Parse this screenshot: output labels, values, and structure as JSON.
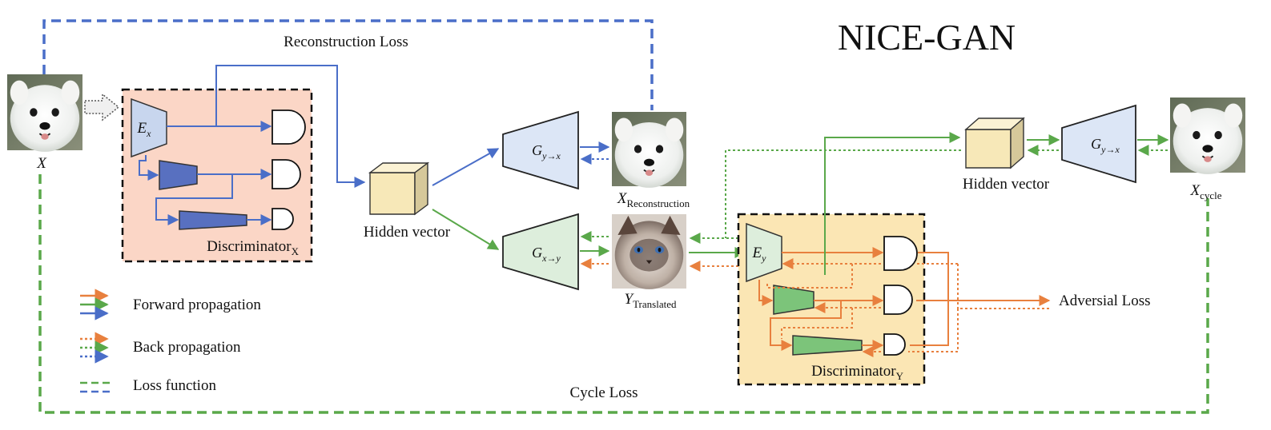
{
  "title": "NICE-GAN",
  "labels": {
    "reconstruction_loss": "Reconstruction Loss",
    "cycle_loss": "Cycle Loss",
    "hidden_vector": "Hidden vector",
    "adversial_loss": "Adversial Loss"
  },
  "image_labels": {
    "x": "X",
    "x_reconstruction": {
      "base": "X",
      "sub": "Reconstruction"
    },
    "y_translated": {
      "base": "Y",
      "sub": "Translated"
    },
    "x_cycle": {
      "base": "X",
      "sub": "cycle"
    }
  },
  "discriminators": {
    "x": {
      "base": "Discriminator",
      "sub": "X"
    },
    "y": {
      "base": "Discriminator",
      "sub": "Y"
    }
  },
  "encoders": {
    "ex": {
      "base": "E",
      "sub": "x"
    },
    "ey": {
      "base": "E",
      "sub": "y"
    }
  },
  "generators": {
    "g_yx": {
      "base": "G",
      "sub": "y→x"
    },
    "g_xy": {
      "base": "G",
      "sub": "x→y"
    }
  },
  "legend": [
    {
      "label": "Forward propagation",
      "style": "solid",
      "colors": [
        "#e8803e",
        "#5aa84a",
        "#4a6ec8"
      ]
    },
    {
      "label": "Back propagation",
      "style": "dotted",
      "colors": [
        "#e8803e",
        "#5aa84a",
        "#4a6ec8"
      ]
    },
    {
      "label": "Loss function",
      "style": "dashed",
      "colors": [
        "#5aa84a",
        "#4a6ec8"
      ]
    }
  ],
  "colors": {
    "blue": "#4a6ec8",
    "green": "#5aa84a",
    "orange": "#e8803e",
    "disc_x_bg": "#fbd6c6",
    "disc_y_bg": "#fbe6b4",
    "encoder_fill": "#c8d6ee",
    "blue_block": "#5870c0",
    "green_block": "#7cc47a",
    "gen_yx_fill": "#dce6f6",
    "gen_xy_fill": "#ddeedc",
    "cube_fill": "#f7e8b8"
  }
}
